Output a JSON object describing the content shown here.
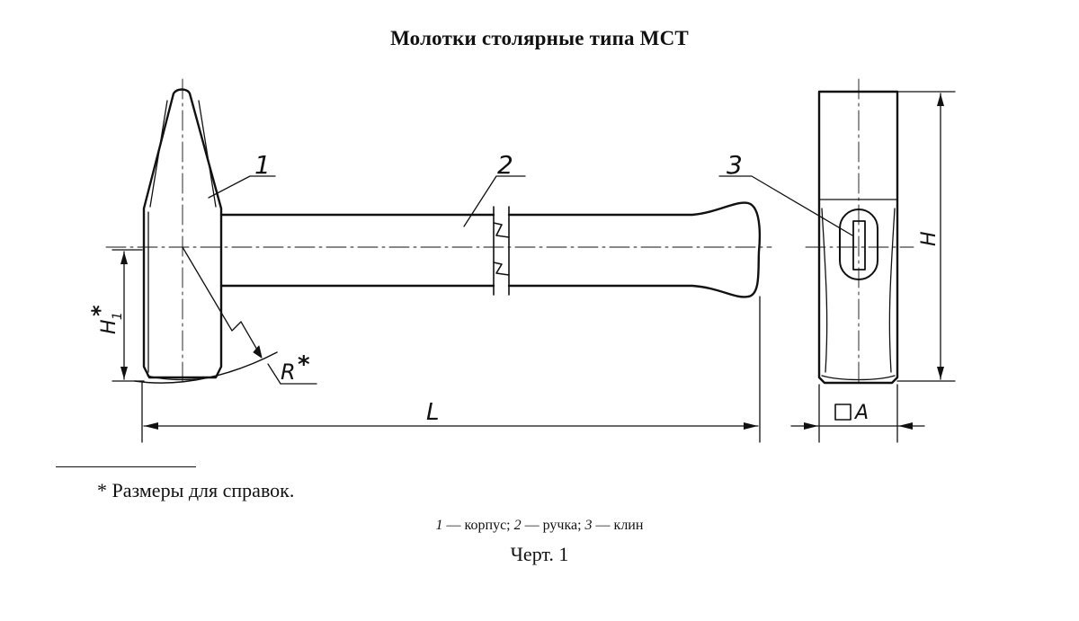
{
  "title": "Молотки столярные типа МСТ",
  "labels": {
    "part1": "1",
    "part2": "2",
    "part3": "3",
    "h1": "H",
    "h1_sub": "1",
    "h1_star": "*",
    "radius": "R",
    "radius_star": "*",
    "length": "L",
    "height": "H",
    "square": "A"
  },
  "footnote": "* Размеры для справок.",
  "legend": {
    "n1": "1",
    "t1": " — корпус; ",
    "n2": "2",
    "t2": " — ручка; ",
    "n3": "3",
    "t3": " — клин"
  },
  "figure_caption": "Черт. 1"
}
